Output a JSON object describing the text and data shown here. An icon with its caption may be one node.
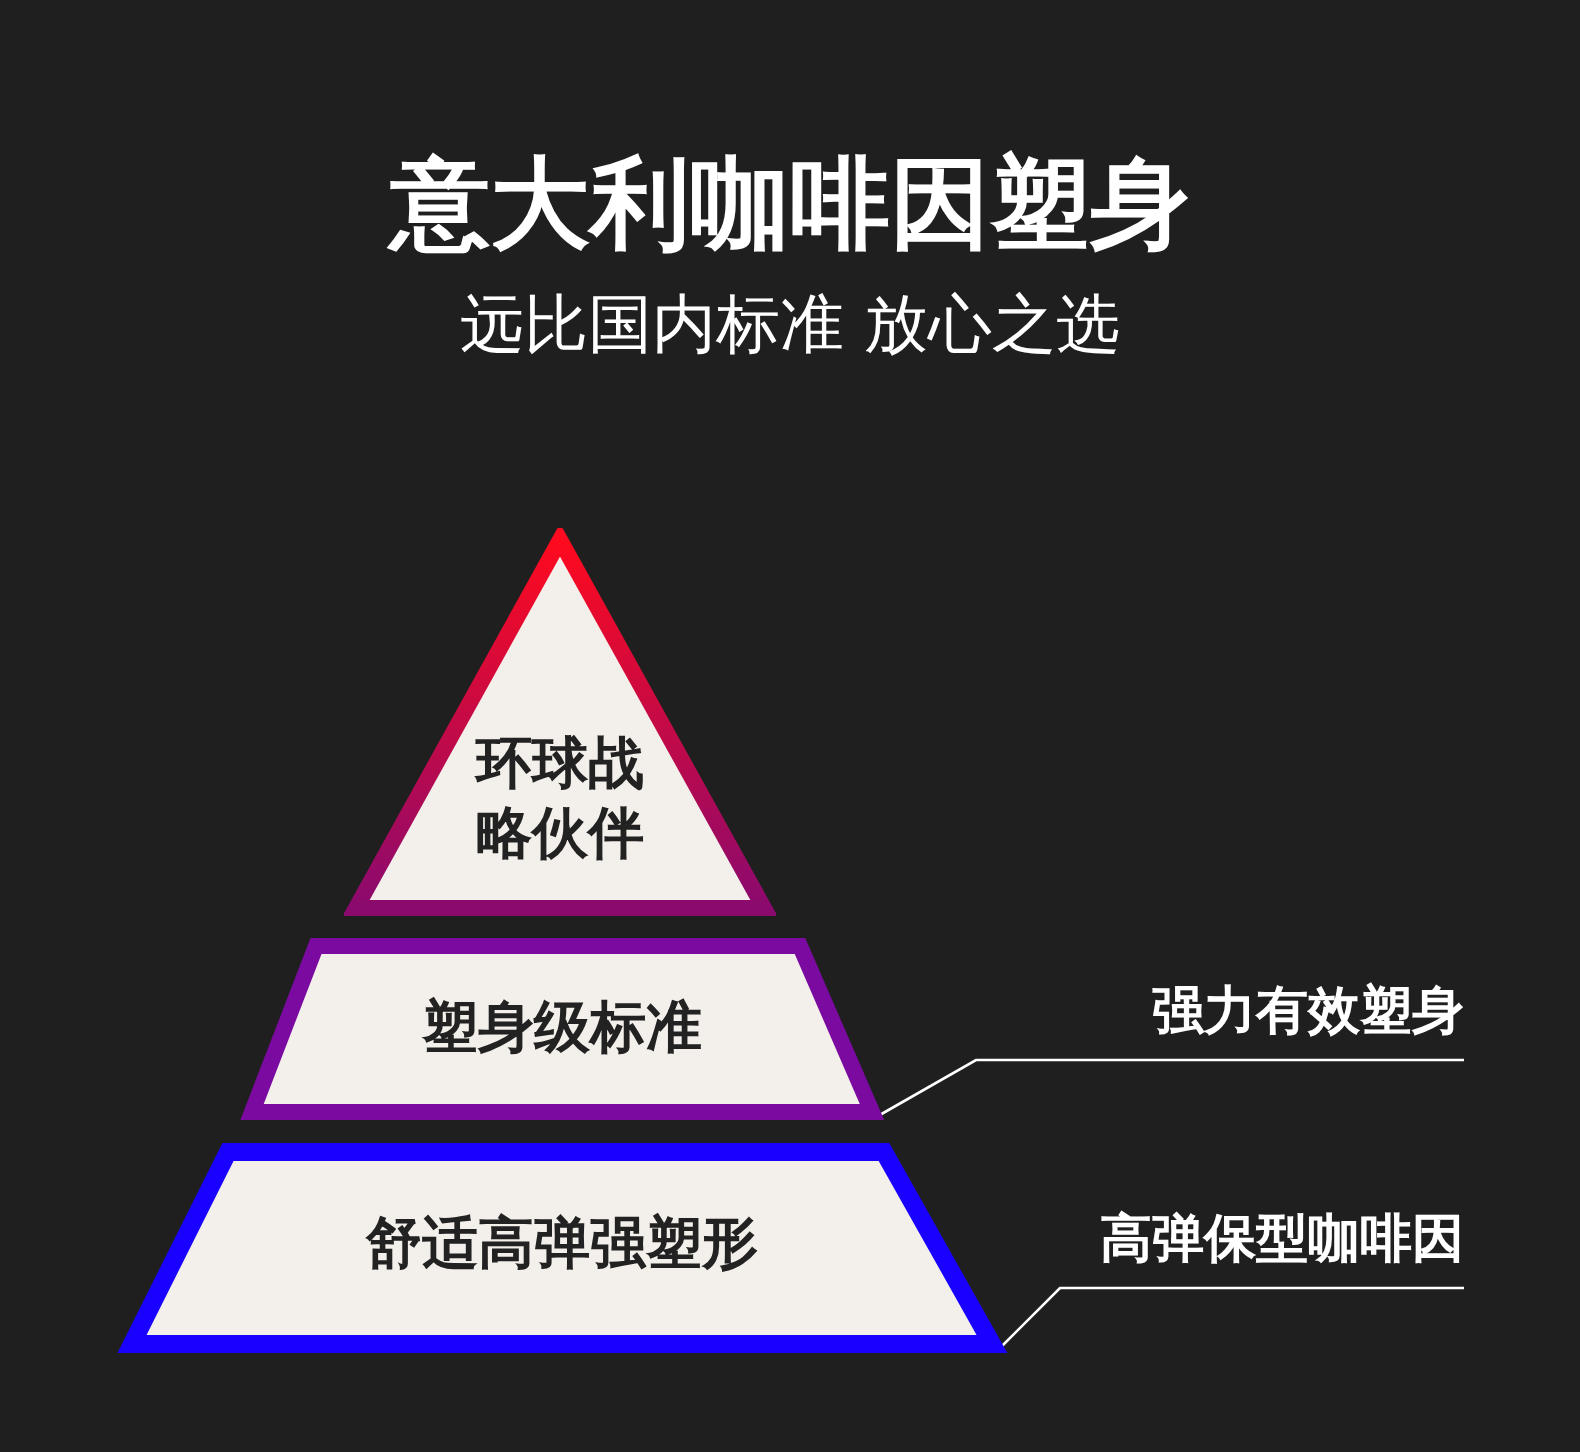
{
  "diagram": {
    "title": "意大利咖啡因塑身",
    "nodes": [
      {
        "text": [
          "环球战略伙伴"
        ]
      },
      {
        "text": [
          "塑身级标准"
        ]
      },
      {
        "text": [
          "舒适高弹强塑形"
        ]
      },
      {
        "text": [
          "强力有效塑身"
        ]
      },
      {
        "text": [
          "高弹保型咖啡因"
        ]
      }
    ],
    "edges": [
      {
        "from": 3,
        "to": 1,
        "arrow": "none"
      },
      {
        "from": 4,
        "to": 2,
        "arrow": "none"
      }
    ],
    "labels": [
      "远比国内标准 放心之选"
    ]
  }
}
